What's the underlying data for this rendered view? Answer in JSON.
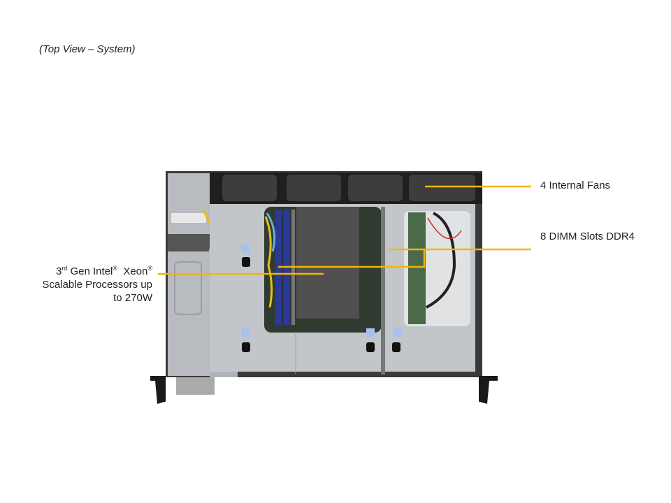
{
  "caption": "(Top View – System)",
  "callouts": {
    "fans": "4 Internal  Fans",
    "dimm": "8 DIMM Slots DDR4",
    "cpu": {
      "ordinal": "3",
      "ordinal_suffix": "rd",
      "line1_a": " Gen Intel",
      "reg1": "®",
      "line1_b": "  Xeon",
      "reg2": "®",
      "line2": "Scalable Processors up",
      "line3": "to 270W"
    }
  },
  "colors": {
    "callout_line": "#f5b400",
    "chassis": "#c4c8cc",
    "fan": "#2a2a2a",
    "heatsink": "#4a4a4a",
    "dimm": "#2b3a9a"
  }
}
